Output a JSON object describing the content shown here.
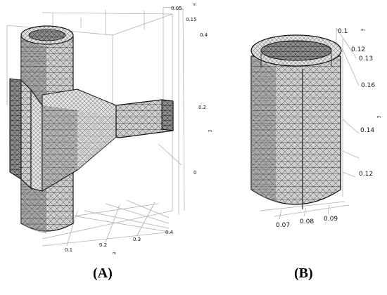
{
  "panel_a": {
    "caption": "(A)",
    "axis_x_ticks": [
      "0.1",
      "0.2",
      "0.3",
      "0.4"
    ],
    "axis_x_unit": "m",
    "axis_y_ticks": [
      "0.05",
      "0.15",
      "0.4"
    ],
    "axis_y_unit": "m",
    "axis_z_ticks": [
      "0.2",
      "0"
    ],
    "axis_z_unit": "m"
  },
  "panel_b": {
    "caption": "(B)",
    "axis_x_ticks": [
      "0.07",
      "0.08",
      "0.09"
    ],
    "axis_top_ticks": [
      "0.1",
      "0.12",
      "0.13"
    ],
    "axis_top_unit": "m",
    "axis_right_ticks": [
      "0.16",
      "0.14",
      "0.12"
    ],
    "axis_right_unit": "m"
  },
  "colors": {
    "mesh_line": "#2a2a2a",
    "surface_light": "#d8d8d8",
    "surface_dark": "#8c8c8c",
    "grid_line": "#b0b0b0"
  }
}
